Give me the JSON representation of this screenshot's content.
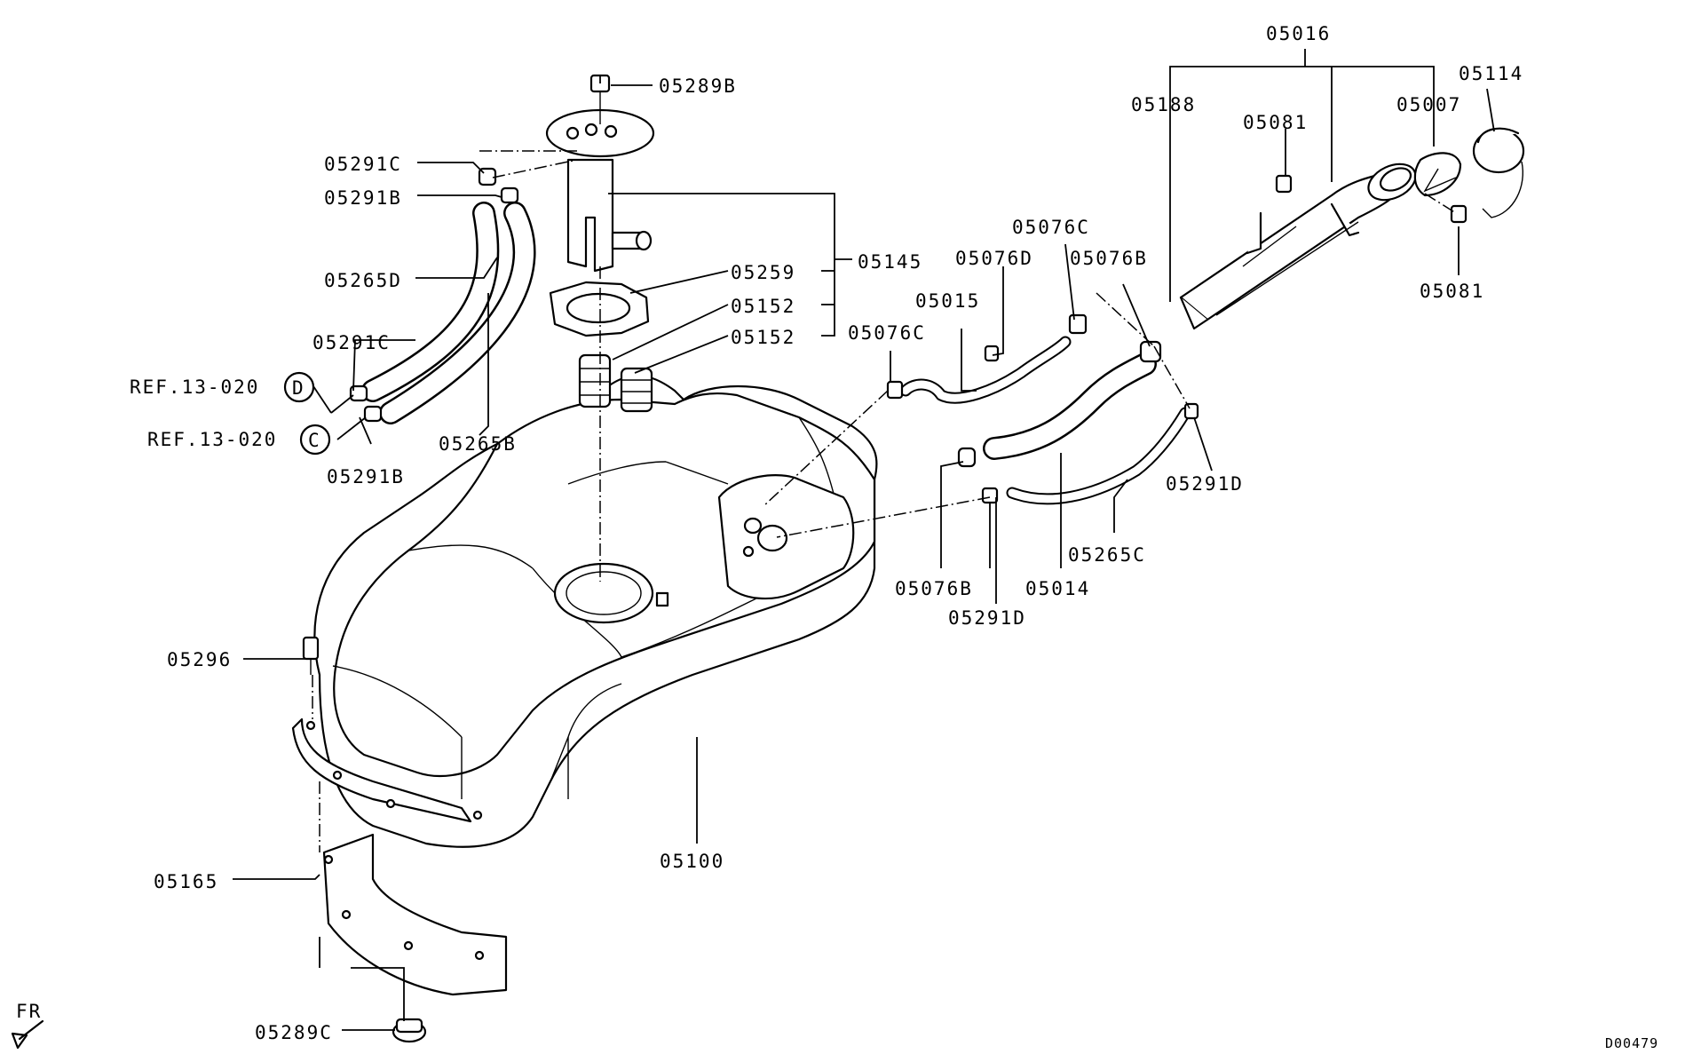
{
  "labels": {
    "p05016": "05016",
    "p05114": "05114",
    "p05188": "05188",
    "p05007": "05007",
    "p05081_top": "05081",
    "p05081_right": "05081",
    "p05289B": "05289B",
    "p05291C_top": "05291C",
    "p05291B_top": "05291B",
    "p05265D": "05265D",
    "p05291C_mid": "05291C",
    "p05259": "05259",
    "p05152_a": "05152",
    "p05152_b": "05152",
    "p05145": "05145",
    "p05076C_top": "05076C",
    "p05076D": "05076D",
    "p05076B_top": "05076B",
    "p05015": "05015",
    "p05076C_mid": "05076C",
    "p05291D_right": "05291D",
    "p05265C": "05265C",
    "p05014": "05014",
    "p05076B_bot": "05076B",
    "p05291D_bot": "05291D",
    "p05291B_bot": "05291B",
    "p05265B": "05265B",
    "p05296": "05296",
    "p05100": "05100",
    "p05165": "05165",
    "p05289C": "05289C",
    "ref_d": "REF.13-020",
    "ref_d_circle": "D",
    "ref_c": "REF.13-020",
    "ref_c_circle": "C",
    "fr": "FR",
    "drawing_no": "D00479"
  },
  "icons": {
    "front_direction": "arrow-down-left-icon"
  }
}
